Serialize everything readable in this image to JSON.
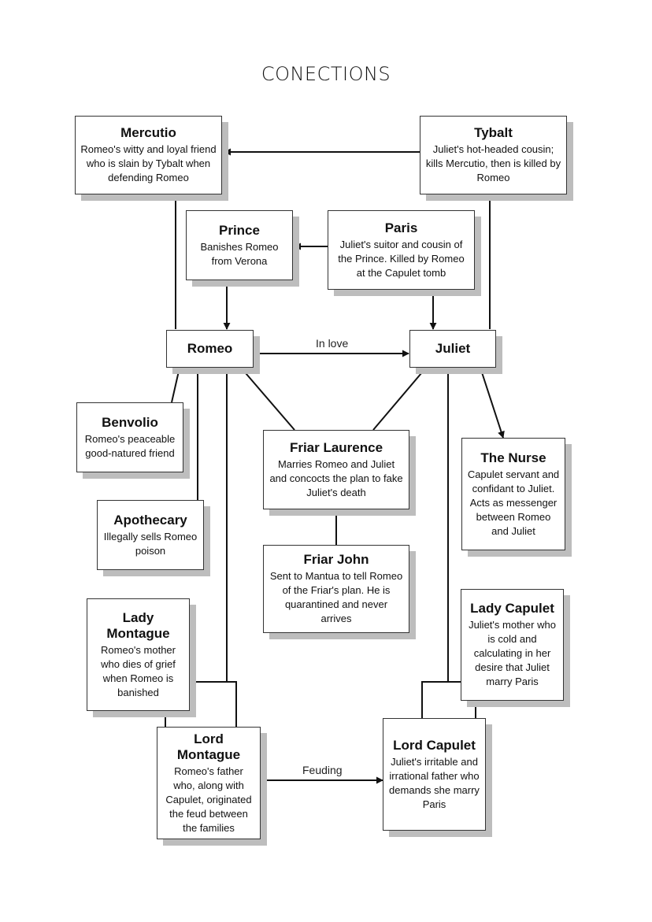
{
  "title": "CONECTIONS",
  "nodes": {
    "mercutio": {
      "name": "Mercutio",
      "desc": "Romeo's witty and loyal friend who is slain by Tybalt when defending Romeo"
    },
    "tybalt": {
      "name": "Tybalt",
      "desc": "Juliet's hot-headed cousin; kills Mercutio, then is killed by Romeo"
    },
    "prince": {
      "name": "Prince",
      "desc": "Banishes Romeo from Verona"
    },
    "paris": {
      "name": "Paris",
      "desc": "Juliet's suitor and cousin of the Prince. Killed by Romeo at the Capulet tomb"
    },
    "romeo": {
      "name": "Romeo"
    },
    "juliet": {
      "name": "Juliet"
    },
    "benvolio": {
      "name": "Benvolio",
      "desc": "Romeo's peaceable good-natured friend"
    },
    "friar_laurence": {
      "name": "Friar Laurence",
      "desc": "Marries Romeo and Juliet and concocts the plan to fake Juliet's death"
    },
    "nurse": {
      "name": "The Nurse",
      "desc": "Capulet servant and confidant to Juliet. Acts as messenger between Romeo and Juliet"
    },
    "apothecary": {
      "name": "Apothecary",
      "desc": "Illegally sells Romeo poison"
    },
    "friar_john": {
      "name": "Friar John",
      "desc": "Sent to Mantua to tell Romeo of the Friar's plan. He is quarantined and never arrives"
    },
    "lady_capulet": {
      "name": "Lady Capulet",
      "desc": "Juliet's mother who is cold and calculating in her desire that Juliet marry Paris"
    },
    "lady_montague": {
      "name": "Lady Montague",
      "desc": "Romeo's mother who dies of grief when Romeo is banished"
    },
    "lord_montague": {
      "name": "Lord Montague",
      "desc": "Romeo's father who, along with Capulet, originated the feud between the families"
    },
    "lord_capulet": {
      "name": "Lord Capulet",
      "desc": "Juliet's irritable and irrational father who demands she marry Paris"
    }
  },
  "edges": {
    "in_love": "In love",
    "feuding": "Feuding"
  }
}
